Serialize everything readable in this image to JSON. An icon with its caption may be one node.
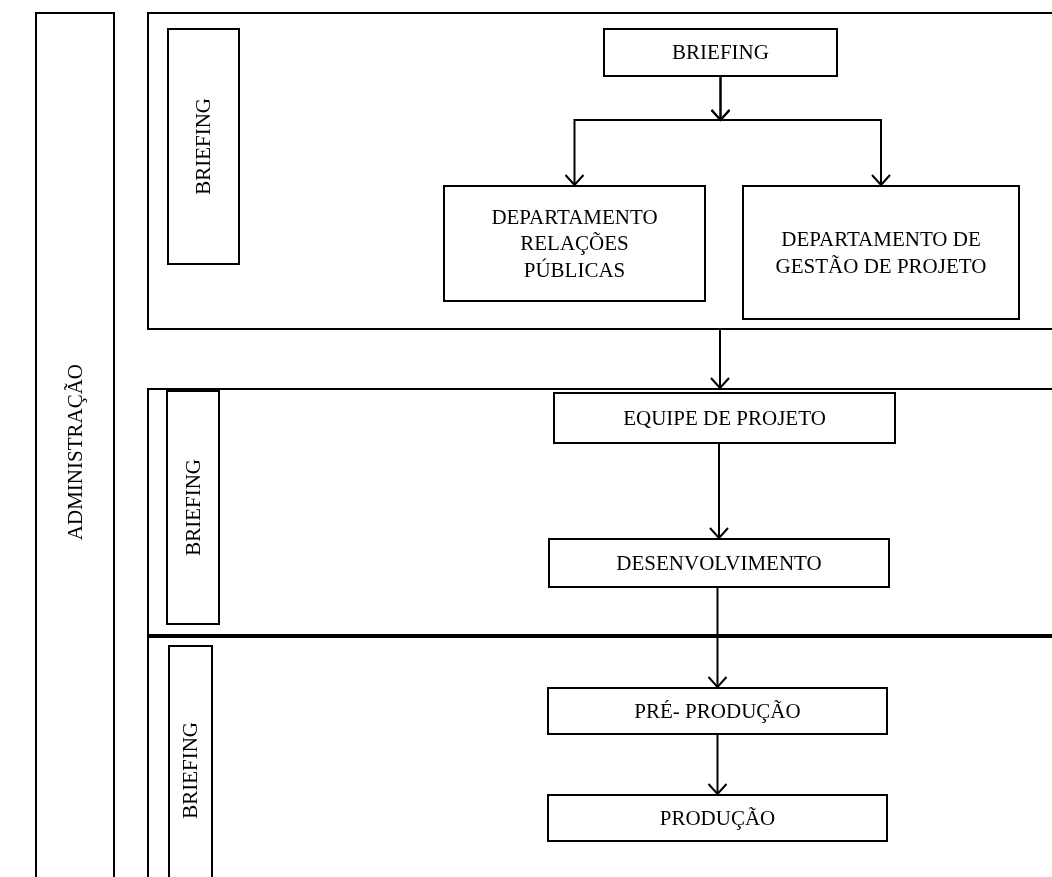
{
  "diagram": {
    "nodes": [
      {
        "text": [
          "ADMINISTRAÇÃO"
        ]
      },
      {
        "text": [],
        "shape": "box"
      },
      {
        "text": [
          "BRIEFING"
        ],
        "in": 1
      },
      {
        "text": [
          "BRIEFING"
        ],
        "in": 1
      },
      {
        "text": [
          "DEPARTAMENTO RELAÇÕES PÚBLICAS"
        ],
        "in": 1
      },
      {
        "text": [
          "DEPARTAMENTO DE GESTÃO DE PROJETO"
        ],
        "in": 1
      },
      {
        "text": [],
        "shape": "box"
      },
      {
        "text": [
          "BRIEFING"
        ],
        "in": 6
      },
      {
        "text": [
          "EQUIPE DE PROJETO"
        ],
        "in": 6
      },
      {
        "text": [
          "DESENVOLVIMENTO"
        ],
        "in": 6
      },
      {
        "text": [],
        "shape": "box"
      },
      {
        "text": [
          "BRIEFING"
        ],
        "in": 10
      },
      {
        "text": [
          "PRÉ- PRODUÇÃO"
        ],
        "in": 10
      },
      {
        "text": [
          "PRODUÇÃO"
        ],
        "in": 10
      }
    ],
    "edges": [
      {
        "from": 3,
        "to": 4,
        "arrow": "to"
      },
      {
        "from": 3,
        "to": 5,
        "arrow": "to"
      },
      {
        "from": 1,
        "to": 6,
        "arrow": "to"
      },
      {
        "from": 8,
        "to": 9,
        "arrow": "to"
      },
      {
        "from": 9,
        "to": 12,
        "arrow": "to"
      },
      {
        "from": 12,
        "to": 13,
        "arrow": "to"
      }
    ]
  }
}
